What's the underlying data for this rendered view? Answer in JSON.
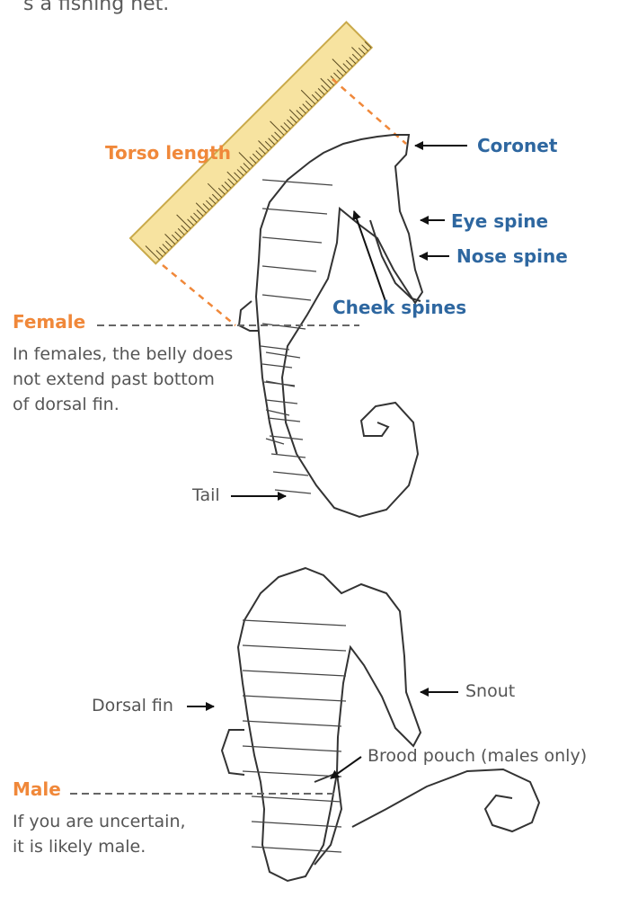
{
  "top_caption": "s a fishing net.",
  "ruler_label": "Torso length",
  "female": {
    "heading": "Female",
    "description_lines": [
      "In females, the belly does",
      "not extend past bottom",
      "of dorsal fin."
    ]
  },
  "male": {
    "heading": "Male",
    "description_lines": [
      "If you are uncertain,",
      "it is likely male."
    ]
  },
  "labels": {
    "coronet": "Coronet",
    "eye_spine": "Eye spine",
    "nose_spine": "Nose spine",
    "cheek_spines": "Cheek spines",
    "tail": "Tail",
    "snout": "Snout",
    "dorsal_fin": "Dorsal fin",
    "brood_pouch": "Brood pouch (males only)"
  },
  "colors": {
    "orange": "#f0883a",
    "blue": "#2e67a0",
    "gray_text": "#555555",
    "ruler_fill": "#f7e3a0"
  }
}
